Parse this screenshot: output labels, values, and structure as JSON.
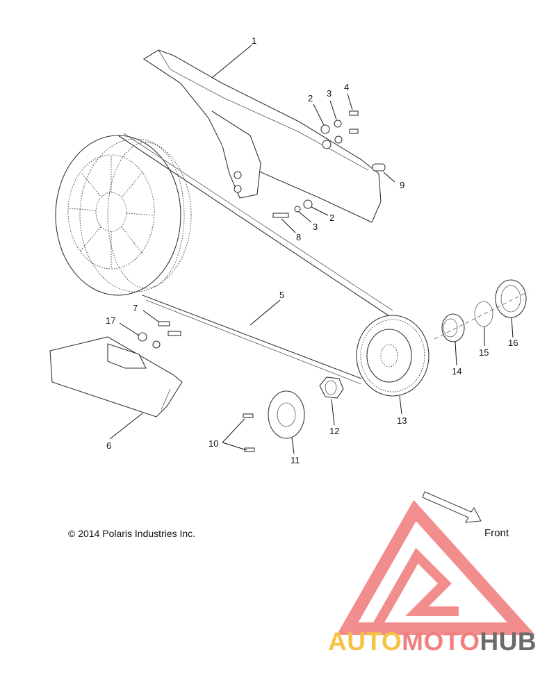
{
  "diagram": {
    "callouts": [
      {
        "id": "1",
        "label": "1"
      },
      {
        "id": "2a",
        "label": "2"
      },
      {
        "id": "3a",
        "label": "3"
      },
      {
        "id": "4",
        "label": "4"
      },
      {
        "id": "9",
        "label": "9"
      },
      {
        "id": "2b",
        "label": "2"
      },
      {
        "id": "3b",
        "label": "3"
      },
      {
        "id": "8",
        "label": "8"
      },
      {
        "id": "5",
        "label": "5"
      },
      {
        "id": "7",
        "label": "7"
      },
      {
        "id": "17",
        "label": "17"
      },
      {
        "id": "6",
        "label": "6"
      },
      {
        "id": "10",
        "label": "10"
      },
      {
        "id": "11",
        "label": "11"
      },
      {
        "id": "12",
        "label": "12"
      },
      {
        "id": "13",
        "label": "13"
      },
      {
        "id": "14",
        "label": "14"
      },
      {
        "id": "15",
        "label": "15"
      },
      {
        "id": "16",
        "label": "16"
      }
    ],
    "copyright": "© 2014 Polaris Industries Inc.",
    "front_label": "Front"
  },
  "logo": {
    "part_auto": "AUTO",
    "part_moto": "MOTO",
    "part_hub": "HUB",
    "color_auto": "#f5c242",
    "color_moto": "#f08080",
    "color_hub": "#6b6b6b",
    "triangle_color": "#f07a7a"
  }
}
